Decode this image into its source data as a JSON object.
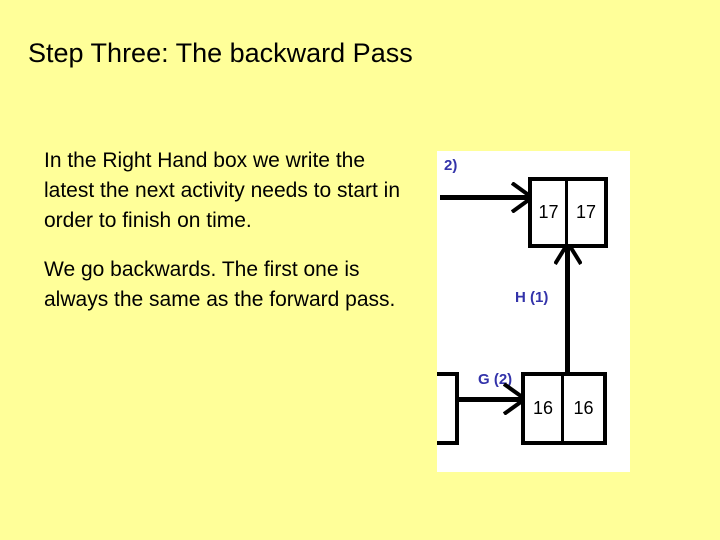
{
  "slide": {
    "background_color": "#ffff99",
    "title": "Step Three: The backward Pass",
    "body_paragraphs": [
      "In the Right Hand box we write the latest the  next activity needs to start in order to finish on time.",
      "We go backwards. The first one is always the same as the forward pass."
    ]
  },
  "diagram": {
    "panel_background": "#ffffff",
    "label_color": "#3333aa",
    "labels": [
      {
        "name": "node-label-i",
        "text": "2)"
      },
      {
        "name": "node-label-h",
        "text": "H (1)"
      },
      {
        "name": "node-label-g",
        "text": "G (2)"
      }
    ],
    "boxes": [
      {
        "name": "activity-box-top",
        "left_value": "17",
        "right_value": "17"
      },
      {
        "name": "activity-box-bottom",
        "left_value": "16",
        "right_value": "16"
      }
    ]
  }
}
